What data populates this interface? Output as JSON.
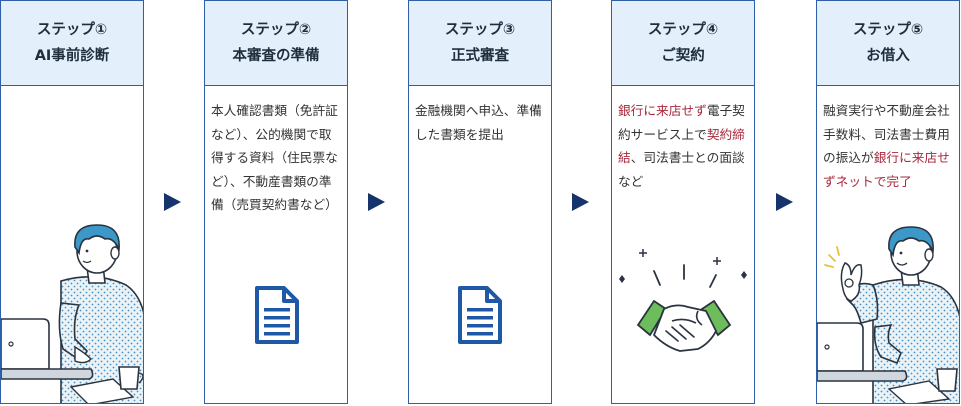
{
  "steps": [
    {
      "title_lines": [
        "ステップ①",
        "AI事前診断"
      ],
      "description": [],
      "illustration": "man-at-laptop-icon"
    },
    {
      "title_lines": [
        "ステップ②",
        "本審査の準備"
      ],
      "description": [
        {
          "text": "本人確認書類（免許証など）、公的機関で取得する資料（住民票など）、不動産書類の準備（売買契約書など）",
          "highlight": false
        }
      ],
      "illustration": "document-icon"
    },
    {
      "title_lines": [
        "ステップ③",
        "正式審査"
      ],
      "description": [
        {
          "text": "金融機関へ申込、準備した書類を提出",
          "highlight": false
        }
      ],
      "illustration": "document-icon"
    },
    {
      "title_lines": [
        "ステップ④",
        "ご契約"
      ],
      "description": [
        {
          "text": "銀行に来店せず",
          "highlight": true
        },
        {
          "text": "電子契約サービス上で",
          "highlight": false
        },
        {
          "text": "契約締結",
          "highlight": true
        },
        {
          "text": "、司法書士との面談など",
          "highlight": false
        }
      ],
      "illustration": "handshake-icon"
    },
    {
      "title_lines": [
        "ステップ⑤",
        "お借入"
      ],
      "description": [
        {
          "text": "融資実行や不動産会社手数料、司法書士費用の振込が",
          "highlight": false
        },
        {
          "text": "銀行に来店せずネットで完了",
          "highlight": true
        }
      ],
      "illustration": "man-ok-gesture-icon"
    }
  ],
  "colors": {
    "border": "#2f5fa8",
    "header_bg": "#e3f0fb",
    "arrow": "#17336b",
    "highlight": "#a8283b",
    "doc_icon": "#1e58a6",
    "hand_green": "#6dbd5c",
    "hair": "#3c98c8"
  }
}
